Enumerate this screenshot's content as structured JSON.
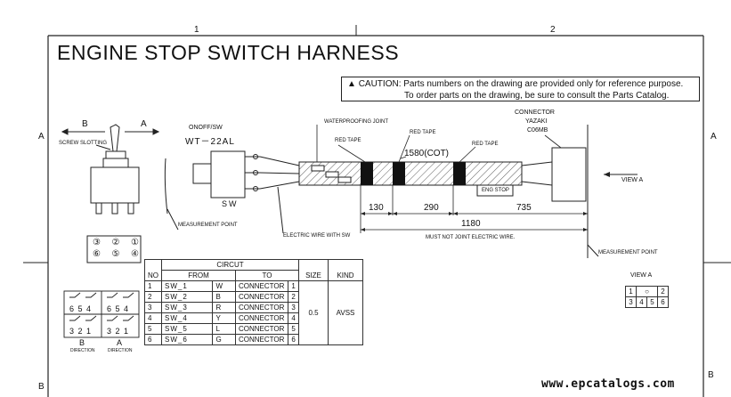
{
  "title": "ENGINE STOP SWITCH HARNESS",
  "caution": {
    "line1": "CAUTION: Parts numbers on the drawing are provided only for reference purpose.",
    "line2": "To order parts on the drawing, be sure to consult the Parts Catalog."
  },
  "grid": {
    "top1": "1",
    "top2": "2",
    "left_a": "A",
    "right_a": "A",
    "left_b": "B",
    "right_b": "B"
  },
  "switch": {
    "arrow_b": "B",
    "arrow_a": "A",
    "screw_slotting": "SCREW SLOTTING",
    "onoff": "ONOFF/SW",
    "model": "WT－22AL",
    "sw": "SW",
    "pins": [
      "③",
      "②",
      "①",
      "⑥",
      "⑤",
      "④"
    ],
    "measurement_point": "MEASUREMENT POINT",
    "electric_wire": "ELECTRIC WIRE WITH SW"
  },
  "harness": {
    "waterproofing": "WATERPROOFING JOINT",
    "red_tape_1": "RED TAPE",
    "red_tape_2": "RED TAPE",
    "red_tape_3": "RED TAPE",
    "length_cot": "1580(COT)",
    "dim_130": "130",
    "dim_290": "290",
    "dim_735": "735",
    "dim_1180": "1180",
    "must_not": "MUST NOT JOINT ELECTRIC WIRE.",
    "eng_stop": "ENG STOP",
    "connector": "CONNECTOR",
    "yazaki": "YAZAKI",
    "c06mb": "C06MB",
    "view_a": "VIEW A",
    "measurement_point_2": "MEASUREMENT POINT"
  },
  "circuit": {
    "header_circuit": "CIRCUT",
    "col_no": "NO",
    "col_from": "FROM",
    "col_to": "TO",
    "col_size": "SIZE",
    "col_kind": "KIND",
    "size": "0.5",
    "kind": "AVSS",
    "rows": [
      {
        "no": "1",
        "from": "SW_1",
        "color": "W",
        "to": "CONNECTOR",
        "pin": "1"
      },
      {
        "no": "2",
        "from": "SW_2",
        "color": "B",
        "to": "CONNECTOR",
        "pin": "2"
      },
      {
        "no": "3",
        "from": "SW_3",
        "color": "R",
        "to": "CONNECTOR",
        "pin": "3"
      },
      {
        "no": "4",
        "from": "SW_4",
        "color": "Y",
        "to": "CONNECTOR",
        "pin": "4"
      },
      {
        "no": "5",
        "from": "SW_5",
        "color": "L",
        "to": "CONNECTOR",
        "pin": "5"
      },
      {
        "no": "6",
        "from": "SW_6",
        "color": "G",
        "to": "CONNECTOR",
        "pin": "6"
      }
    ]
  },
  "direction": {
    "top_left": "6 5 4",
    "top_right": "6 5 4",
    "bottom_left": "3 2 1",
    "bottom_right": "3 2 1",
    "label_b": "B",
    "label_a": "A",
    "dir_b": "DIRECTION",
    "dir_a": "DIRECTION"
  },
  "view_a_box": {
    "label": "VIEW A",
    "row1": [
      "1",
      "",
      "2"
    ],
    "row2": [
      "3",
      "4",
      "5",
      "6"
    ]
  },
  "watermark": "www.epcatalogs.com"
}
